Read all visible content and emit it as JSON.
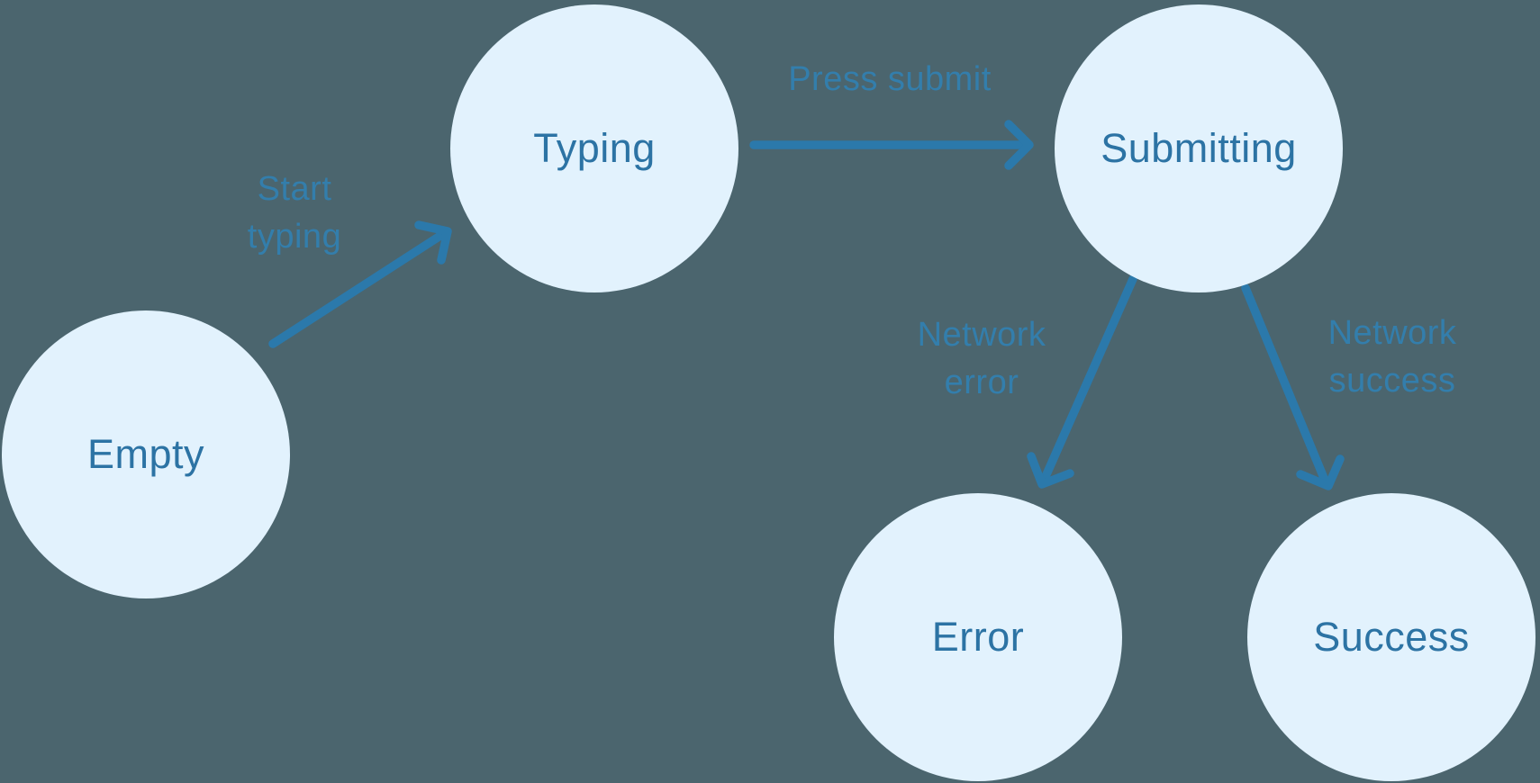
{
  "diagram": {
    "type": "state-machine",
    "states": [
      {
        "id": "empty",
        "label": "Empty"
      },
      {
        "id": "typing",
        "label": "Typing"
      },
      {
        "id": "submitting",
        "label": "Submitting"
      },
      {
        "id": "error",
        "label": "Error"
      },
      {
        "id": "success",
        "label": "Success"
      }
    ],
    "transitions": [
      {
        "from": "Empty",
        "to": "Typing",
        "label": "Start typing",
        "label_lines": [
          "Start",
          "typing"
        ]
      },
      {
        "from": "Typing",
        "to": "Submitting",
        "label": "Press submit",
        "label_lines": [
          "Press submit"
        ]
      },
      {
        "from": "Submitting",
        "to": "Error",
        "label": "Network error",
        "label_lines": [
          "Network",
          "error"
        ]
      },
      {
        "from": "Submitting",
        "to": "Success",
        "label": "Network success",
        "label_lines": [
          "Network",
          "success"
        ]
      }
    ],
    "colors": {
      "background": "#4B656E",
      "node_fill": "#E2F2FD",
      "node_text": "#2C73A4",
      "arrow": "#2B79AB",
      "label_text": "#337EAC"
    }
  }
}
